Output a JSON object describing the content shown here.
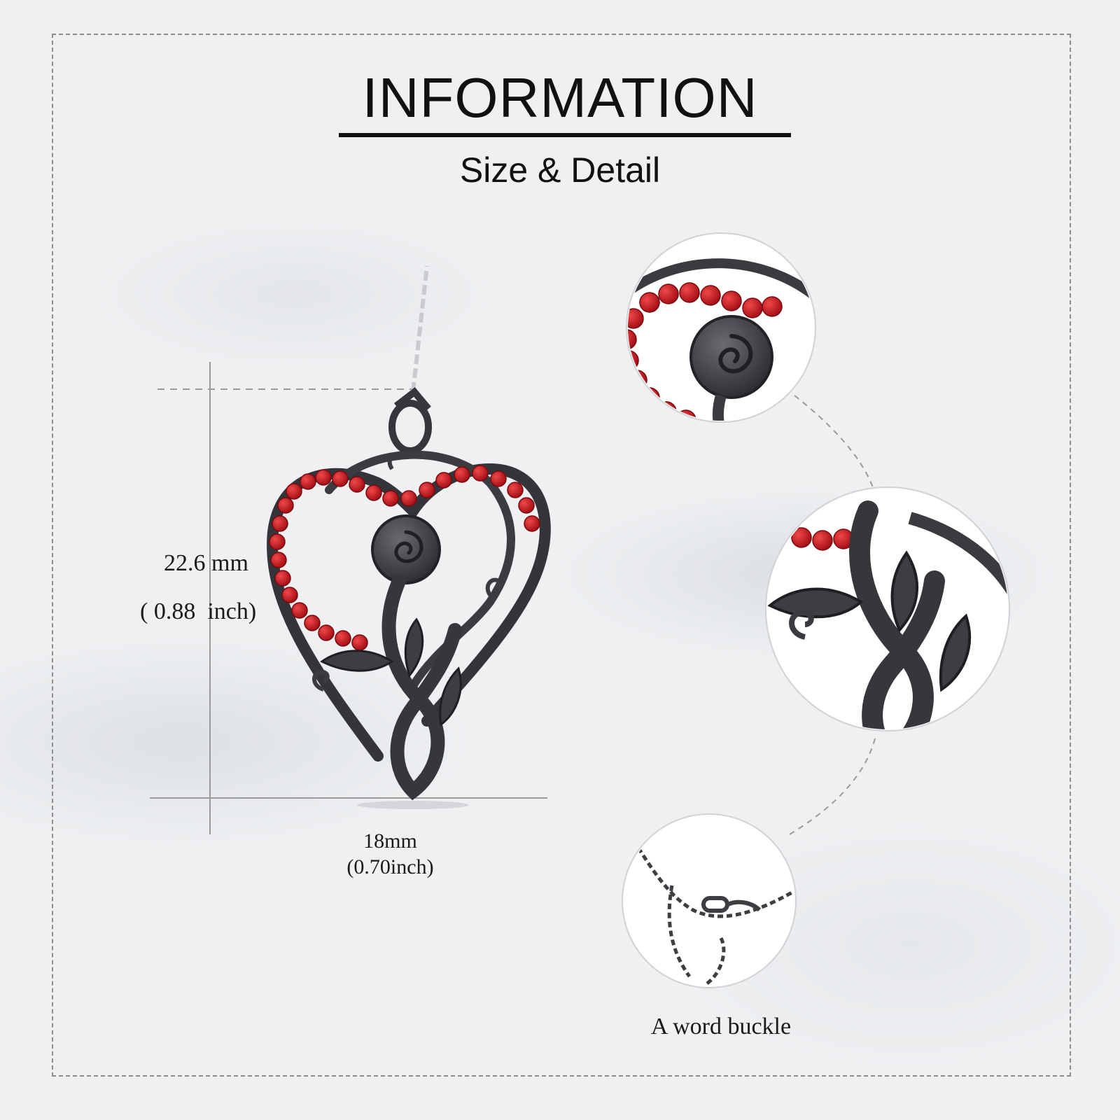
{
  "header": {
    "title": "INFORMATION",
    "subtitle": "Size & Detail"
  },
  "dimensions": {
    "height_mm": "22.6 mm",
    "height_inch": "( 0.88  inch)",
    "width_mm": "18mm",
    "width_inch": "(0.70inch)"
  },
  "details": {
    "clasp_caption": "A word buckle"
  },
  "colors": {
    "gem_red": "#c1121c",
    "metal": "#3a3b3f",
    "frame": "#8d8d8d",
    "text": "#111111"
  },
  "icons": [
    "heart-rose-pendant",
    "zoom-rose-detail",
    "zoom-leaf-detail",
    "zoom-clasp-detail"
  ]
}
